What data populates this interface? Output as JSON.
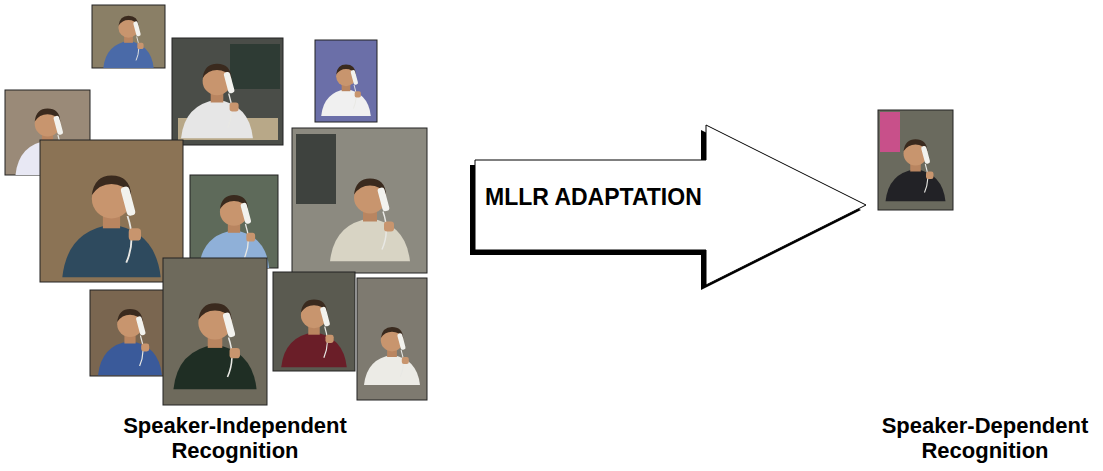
{
  "diagram": {
    "nodes": [
      {
        "text": [
          "Speaker-Independent Recognition"
        ]
      },
      {
        "text": [
          "Speaker-Dependent Recognition"
        ]
      }
    ],
    "edges": [
      {
        "from": 0,
        "to": 1,
        "arrow": "to",
        "label": "MLLR ADAPTATION"
      }
    ]
  }
}
